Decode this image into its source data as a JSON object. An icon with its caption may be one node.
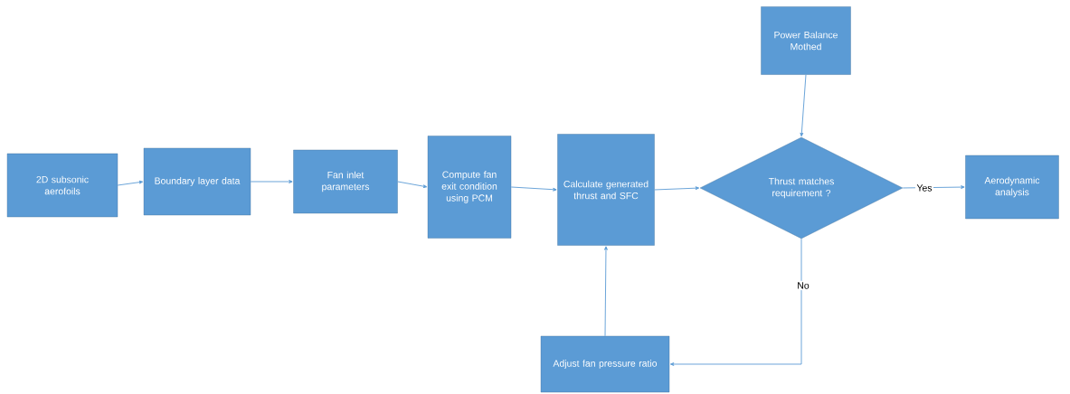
{
  "diagram": {
    "nodes": [
      {
        "text": [
          "2D subsonic aerofoils"
        ]
      },
      {
        "text": [
          "Boundary layer data"
        ]
      },
      {
        "text": [
          "Fan inlet parameters"
        ]
      },
      {
        "text": [
          "Compute fan exit condition using PCM"
        ]
      },
      {
        "text": [
          "Calculate generated thrust and SFC"
        ]
      },
      {
        "text": [
          "Power Balance Mothed"
        ]
      },
      {
        "text": [
          "Thrust matches requirement ?"
        ]
      },
      {
        "text": [
          "Aerodynamic analysis"
        ]
      },
      {
        "text": [
          "Adjust fan pressure ratio"
        ]
      }
    ],
    "edges": [
      {
        "from": 0,
        "to": 1,
        "arrow": "to"
      },
      {
        "from": 1,
        "to": 2,
        "arrow": "to"
      },
      {
        "from": 2,
        "to": 3,
        "arrow": "to"
      },
      {
        "from": 3,
        "to": 4,
        "arrow": "to"
      },
      {
        "from": 4,
        "to": 6,
        "arrow": "to"
      },
      {
        "from": 5,
        "to": 6,
        "arrow": "to"
      },
      {
        "from": 6,
        "to": 7,
        "arrow": "to",
        "label": "Yes"
      },
      {
        "from": 6,
        "to": 8,
        "arrow": "to",
        "label": "No"
      },
      {
        "from": 8,
        "to": 4,
        "arrow": "to"
      }
    ]
  }
}
